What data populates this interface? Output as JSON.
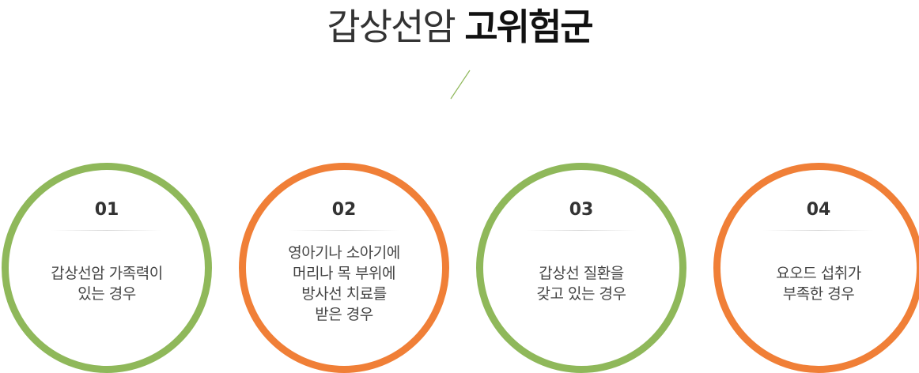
{
  "title": {
    "light": "갑상선암",
    "bold": "고위험군"
  },
  "items": [
    {
      "number": "01",
      "lines": [
        "갑상선암 가족력이",
        "있는 경우"
      ],
      "color": "#8fb85a"
    },
    {
      "number": "02",
      "lines": [
        "영아기나 소아기에",
        "머리나 목 부위에",
        "방사선 치료를",
        "받은 경우"
      ],
      "color": "#f07f37"
    },
    {
      "number": "03",
      "lines": [
        "갑상선 질환을",
        "갖고 있는 경우"
      ],
      "color": "#8fb85a"
    },
    {
      "number": "04",
      "lines": [
        "요오드 섭취가",
        "부족한 경우"
      ],
      "color": "#f07f37"
    }
  ]
}
